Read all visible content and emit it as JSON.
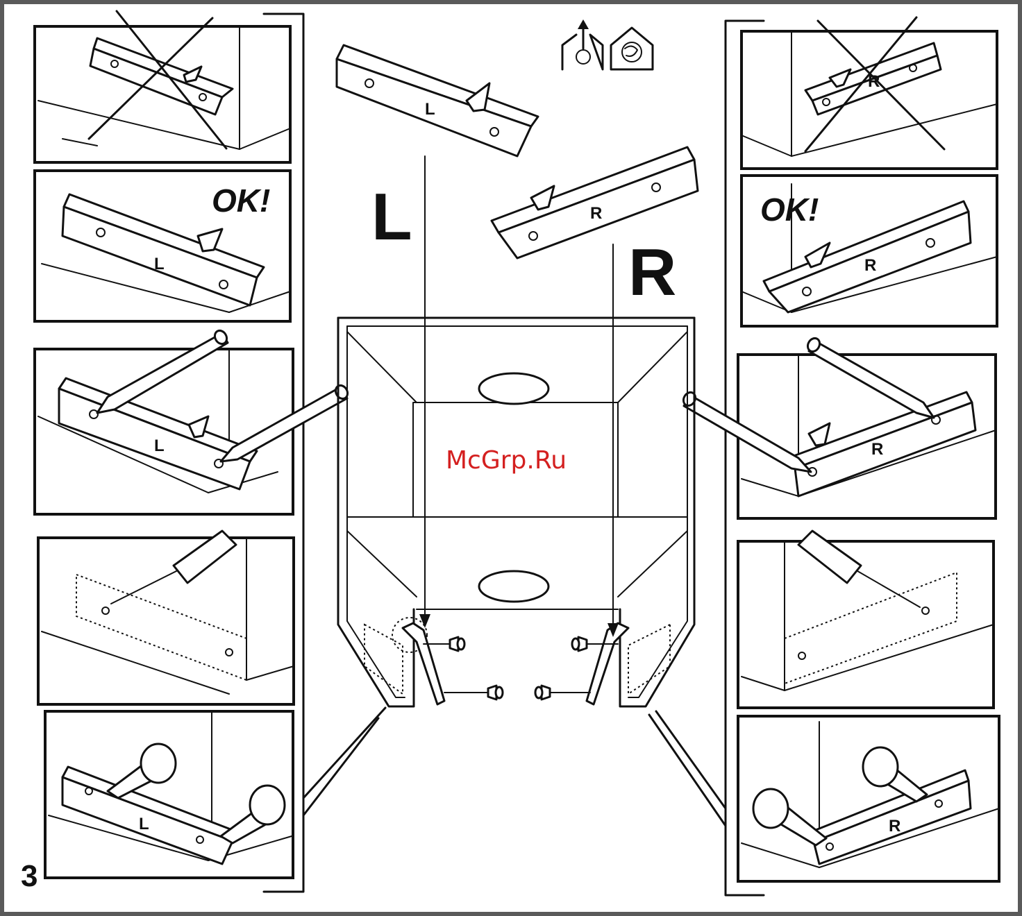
{
  "page_number": "3",
  "side_labels": {
    "left": "L",
    "right": "R"
  },
  "ok_label": "OK!",
  "bracket_marks": {
    "left": "L",
    "right": "R"
  },
  "watermark": "McGrp.Ru",
  "icons": {
    "extraction": "ducted-extraction-icon",
    "recirculation": "recirculation-icon",
    "wrong_mark": "cross-out-icon",
    "marking_tool": "pencil-icon",
    "hole_tool": "awl-icon",
    "fastener": "screw-icon"
  },
  "colors": {
    "line": "#111111",
    "background": "#ffffff",
    "watermark": "#d42020"
  }
}
